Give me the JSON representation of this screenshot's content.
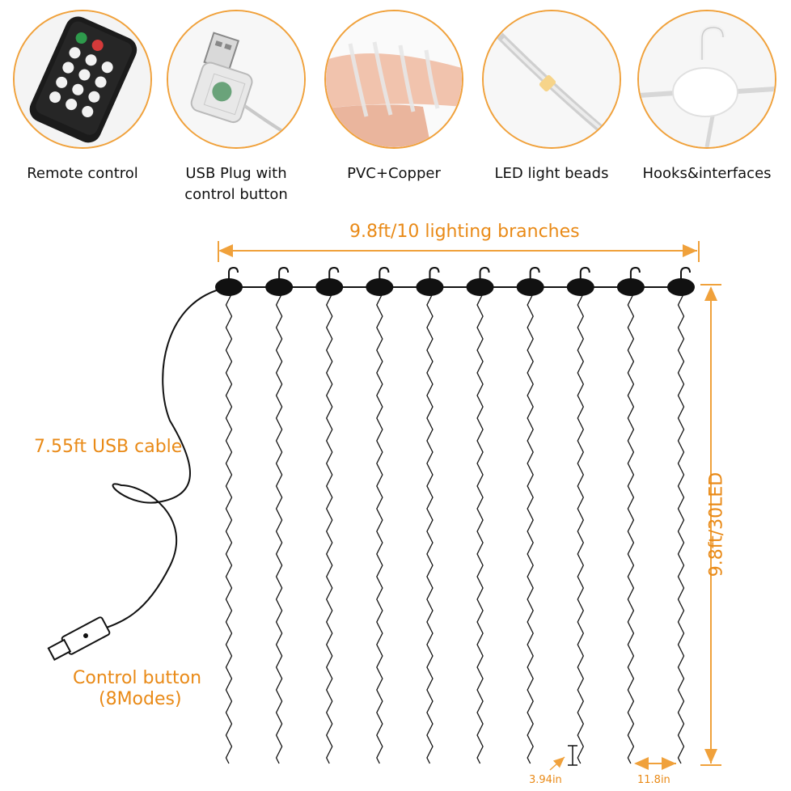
{
  "features": [
    {
      "label": "Remote control",
      "icon": "remote-control-icon"
    },
    {
      "label": "USB Plug with\ncontrol button",
      "icon": "usb-plug-icon"
    },
    {
      "label": "PVC+Copper",
      "icon": "wire-on-finger-icon"
    },
    {
      "label": "LED light beads",
      "icon": "led-bead-icon"
    },
    {
      "label": "Hooks&interfaces",
      "icon": "hook-icon"
    }
  ],
  "diagram": {
    "width_label": "9.8ft/10 lighting branches",
    "height_label": "9.8ft/30LED",
    "cable_label": "7.55ft USB cable",
    "button_label": "Control button",
    "modes_label": "(8Modes)",
    "bead_spacing_label": "3.94in",
    "branch_spacing_label": "11.8in",
    "branch_count": 10
  },
  "colors": {
    "accent": "#f0a13b",
    "text_accent": "#e98a17",
    "line": "#111111"
  }
}
